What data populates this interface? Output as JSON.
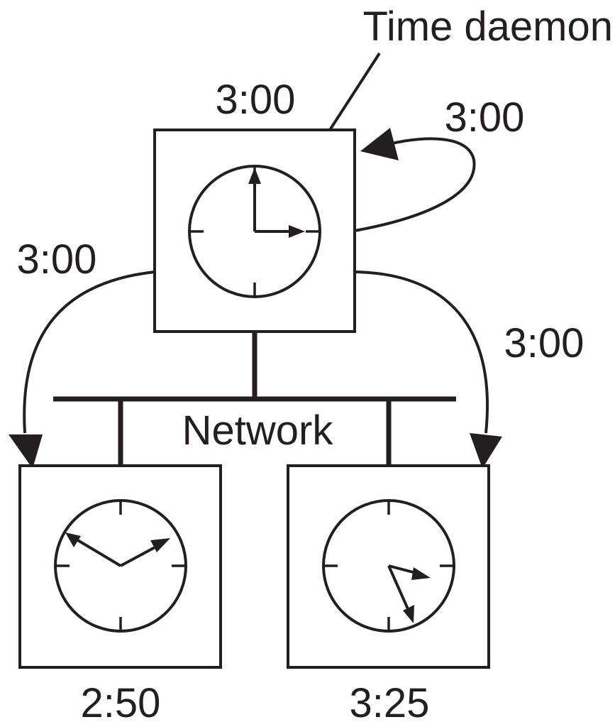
{
  "labels": {
    "daemon": "Time daemon",
    "daemon_time": "3:00",
    "self_message": "3:00",
    "left_message": "3:00",
    "right_message": "3:00",
    "network": "Network",
    "left_time": "2:50",
    "right_time": "3:25"
  },
  "clocks": [
    {
      "id": "daemon",
      "time": "3:00"
    },
    {
      "id": "left",
      "time": "2:50"
    },
    {
      "id": "right",
      "time": "3:25"
    }
  ],
  "colors": {
    "ink": "#231f20",
    "background": "#ffffff"
  }
}
